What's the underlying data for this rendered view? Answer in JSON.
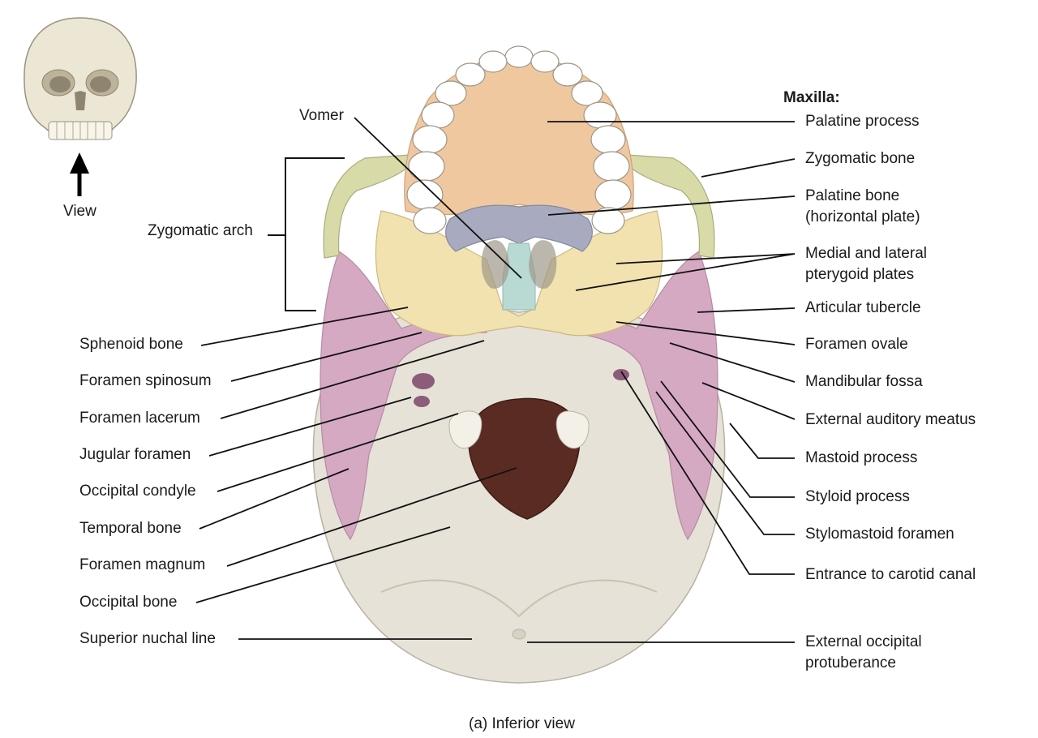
{
  "inset": {
    "view_label": "View"
  },
  "caption": "(a) Inferior view",
  "header": {
    "maxilla": "Maxilla:"
  },
  "labels": {
    "vomer": "Vomer",
    "zygomatic_arch": "Zygomatic arch",
    "palatine_process": "Palatine process",
    "zygomatic_bone": "Zygomatic bone",
    "palatine_bone_1": "Palatine bone",
    "palatine_bone_2": "(horizontal plate)",
    "pterygoid_1": "Medial and lateral",
    "pterygoid_2": "pterygoid plates",
    "articular_tubercle": "Articular tubercle",
    "foramen_ovale": "Foramen ovale",
    "mandibular_fossa": "Mandibular fossa",
    "external_auditory_meatus": "External auditory meatus",
    "mastoid_process": "Mastoid process",
    "styloid_process": "Styloid process",
    "stylomastoid_foramen": "Stylomastoid  foramen",
    "carotid_canal": "Entrance to carotid canal",
    "occipital_protuberance_1": "External occipital",
    "occipital_protuberance_2": "protuberance",
    "sphenoid_bone": "Sphenoid bone",
    "foramen_spinosum": "Foramen spinosum",
    "foramen_lacerum": "Foramen lacerum",
    "jugular_foramen": "Jugular foramen",
    "occipital_condyle": "Occipital condyle",
    "temporal_bone": "Temporal bone",
    "foramen_magnum": "Foramen magnum",
    "occipital_bone": "Occipital bone",
    "superior_nuchal_line": "Superior nuchal line"
  },
  "colors": {
    "maxilla": "#f0c8a0",
    "zygomatic": "#d8dba8",
    "palatine": "#a8abc0",
    "sphenoid": "#f2e2b0",
    "vomer": "#b9d9d3",
    "temporal": "#d6a9c2",
    "occipital": "#e6e2d8",
    "foramen_magnum": "#5a2b22",
    "teeth": "#ffffff",
    "leader": "#111111"
  }
}
